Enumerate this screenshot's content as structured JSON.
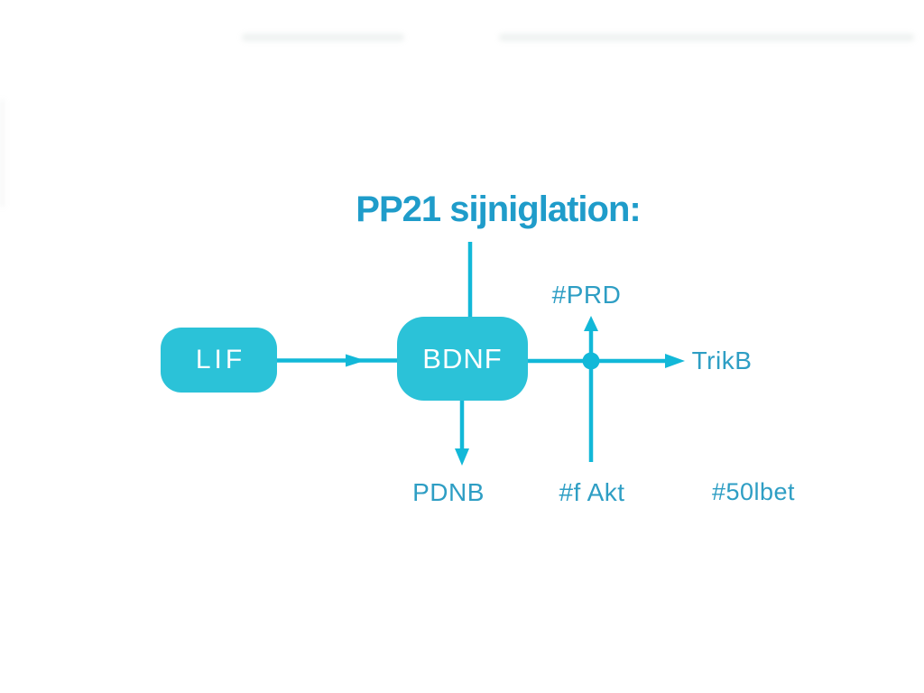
{
  "diagram": {
    "title": "PP21 sijniglation:",
    "nodes": [
      {
        "id": "lif",
        "label": "LIF"
      },
      {
        "id": "bdnf",
        "label": "BDNF"
      }
    ],
    "annotations": [
      {
        "id": "prd",
        "text": "#PRD"
      },
      {
        "id": "trikb",
        "text": "TrikB"
      },
      {
        "id": "pdnb",
        "text": "PDNB"
      },
      {
        "id": "fakt",
        "text": "#f Akt"
      },
      {
        "id": "fiftylbet",
        "text": "#50lbet"
      }
    ],
    "edges": [
      {
        "from": "lif",
        "to": "bdnf",
        "arrow": true
      },
      {
        "from": "title",
        "to": "bdnf",
        "arrow": false
      },
      {
        "from": "bdnf",
        "to": "trikb",
        "arrow": true
      },
      {
        "from": "junction",
        "to": "prd",
        "arrow": true
      },
      {
        "from": "junction",
        "to": "fakt",
        "arrow": false
      },
      {
        "from": "bdnf",
        "to": "pdnb",
        "arrow": true
      }
    ],
    "colors": {
      "node_fill": "#2bc2d8",
      "line": "#12b8d8",
      "title_color": "#1f9cca",
      "label_color": "#2e9ec4",
      "node_text": "#ffffff",
      "background": "#ffffff"
    }
  }
}
